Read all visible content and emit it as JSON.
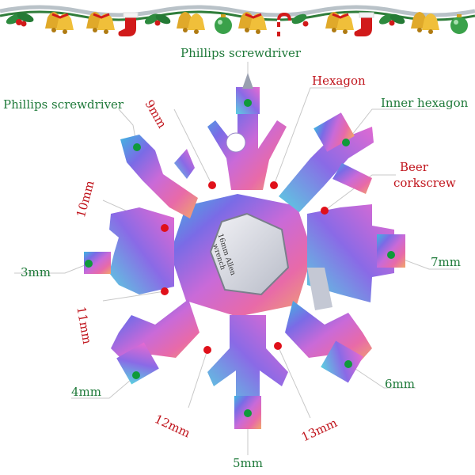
{
  "colors": {
    "green_label": "#1f7a3a",
    "red_label": "#c0141c",
    "leader_line": "#c8c8c8",
    "green_dot": "#0f9a3a",
    "red_dot": "#e0101a"
  },
  "banner": {
    "icons": [
      "holly-icon",
      "bell-icon",
      "stocking-icon",
      "ornament-icon",
      "candy-cane-icon",
      "gift-icon"
    ]
  },
  "labels": {
    "phillips_top": "Phillips screwdriver",
    "phillips_left": "Phillips screwdriver",
    "hexagon": "Hexagon",
    "inner_hexagon": "Inner hexagon",
    "beer_line1": "Beer",
    "beer_line2": "corkscrew",
    "mm7": "7mm",
    "mm6": "6mm",
    "mm5": "5mm",
    "mm4": "4mm",
    "mm3": "3mm",
    "mm9": "9mm",
    "mm10": "10mm",
    "mm11": "11mm",
    "mm12": "12mm",
    "mm13": "13mm",
    "allen_line1": "16mm Allen",
    "allen_line2": "wrench"
  }
}
